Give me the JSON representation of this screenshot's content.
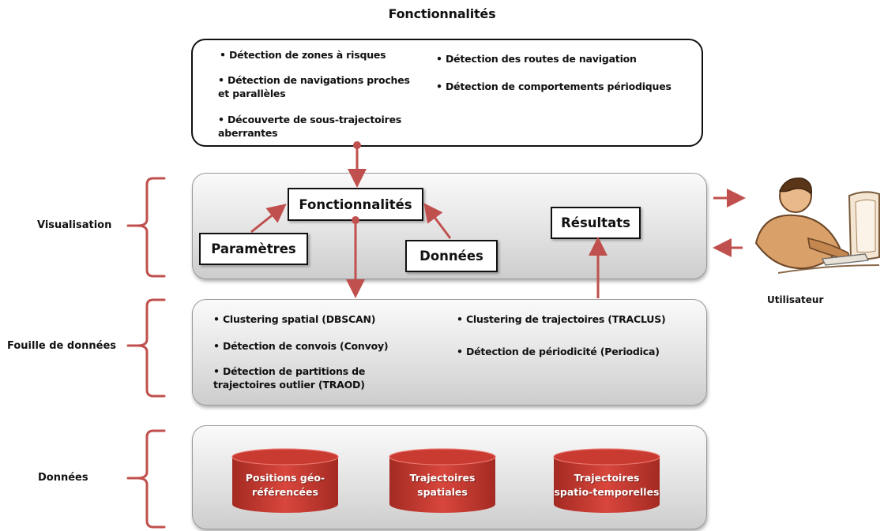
{
  "title": "Fonctionnalités",
  "layers": {
    "visualisation": "Visualisation",
    "mining": "Fouille de données",
    "data": "Données"
  },
  "features": {
    "left": [
      "Détection de zones à risques",
      "Détection de navigations proches\net parallèles",
      "Découverte de sous-trajectoires\naberrantes"
    ],
    "right": [
      "Détection des routes de navigation",
      "Détection de comportements périodiques"
    ]
  },
  "visualisation": {
    "functions": "Fonctionnalités",
    "params": "Paramètres",
    "data": "Données",
    "results": "Résultats"
  },
  "mining": {
    "left": [
      "Clustering spatial (DBSCAN)",
      "Détection de convois  (Convoy)",
      "Détection de partitions de\ntrajectoires outlier (TRAOD)"
    ],
    "right": [
      "Clustering de trajectoires (TRACLUS)",
      "Détection de périodicité (Periodica)"
    ]
  },
  "data_stores": [
    "Positions géo-\nréférencées",
    "Trajectoires\nspatiales",
    "Trajectoires\nspatio-temporelles"
  ],
  "user": {
    "label": "Utilisateur"
  },
  "colors": {
    "arrow": "#c0504d",
    "cylinder": "#c0392b",
    "bracket": "#c0504d"
  }
}
